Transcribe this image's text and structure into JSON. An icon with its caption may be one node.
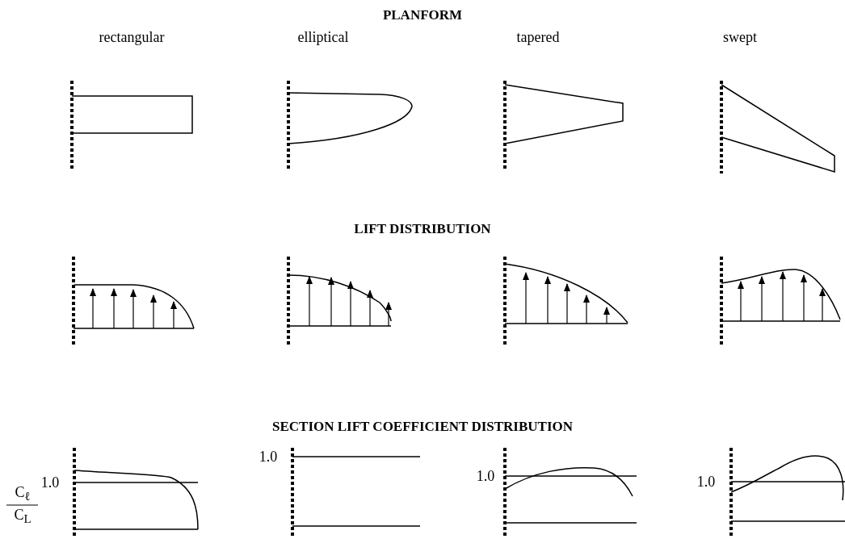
{
  "diagram": {
    "labels": [
      "PLANFORM",
      "rectangular",
      "elliptical",
      "tapered",
      "swept",
      "LIFT DISTRIBUTION",
      "SECTION LIFT COEFFICIENT DISTRIBUTION",
      "C$_{ℓ}$",
      "1.0",
      "1.0",
      "1.0",
      "1.0",
      "C$_{L}$"
    ]
  }
}
